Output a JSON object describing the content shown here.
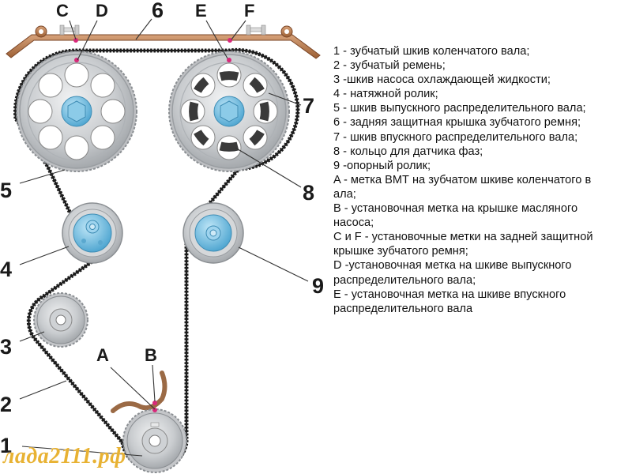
{
  "diagram": {
    "title": "Схема привода газораспределительного механизма",
    "callouts": {
      "n1": "1",
      "n2": "2",
      "n3": "3",
      "n4": "4",
      "n5": "5",
      "n6": "6",
      "n7": "7",
      "n8": "8",
      "n9": "9",
      "A": "A",
      "B": "B",
      "C": "C",
      "D": "D",
      "E": "E",
      "F": "F"
    },
    "colors": {
      "belt": "#1c1c1c",
      "cover": "#b5784a",
      "pulley_metal": "#c9cccf",
      "hub_blue": "#7fc3e3",
      "mark": "#d8287a",
      "watermark": "#e8b233"
    }
  },
  "legend": {
    "items": [
      "1 - зубчатый шкив коленчатого вала;",
      "2 - зубчатый ремень;",
      "3 -шкив насоса охлаждающей жидкости;",
      "4 - натяжной ролик;",
      "5 - шкив выпускного распределительного вала;",
      "6 - задняя защитная крышка зубчатого ремня;",
      "7 - шкив впускного распределительного вала;",
      "8 - кольцо для датчика фаз;",
      "9 -опорный ролик;",
      "A - метка ВМТ на зубчатом шкиве коленчатого в",
      "ала;",
      "B - установочная метка на крышке масляного",
      "насоса;",
      "C и F - установочные метки на задней защитной",
      "крышке зубчатого ремня;",
      "D -установочная метка на шкиве выпускного",
      "распределительного вала;",
      "E - установочная метка на шкиве впускного",
      "распределительного вала"
    ]
  },
  "watermark": "лада2111.рф"
}
